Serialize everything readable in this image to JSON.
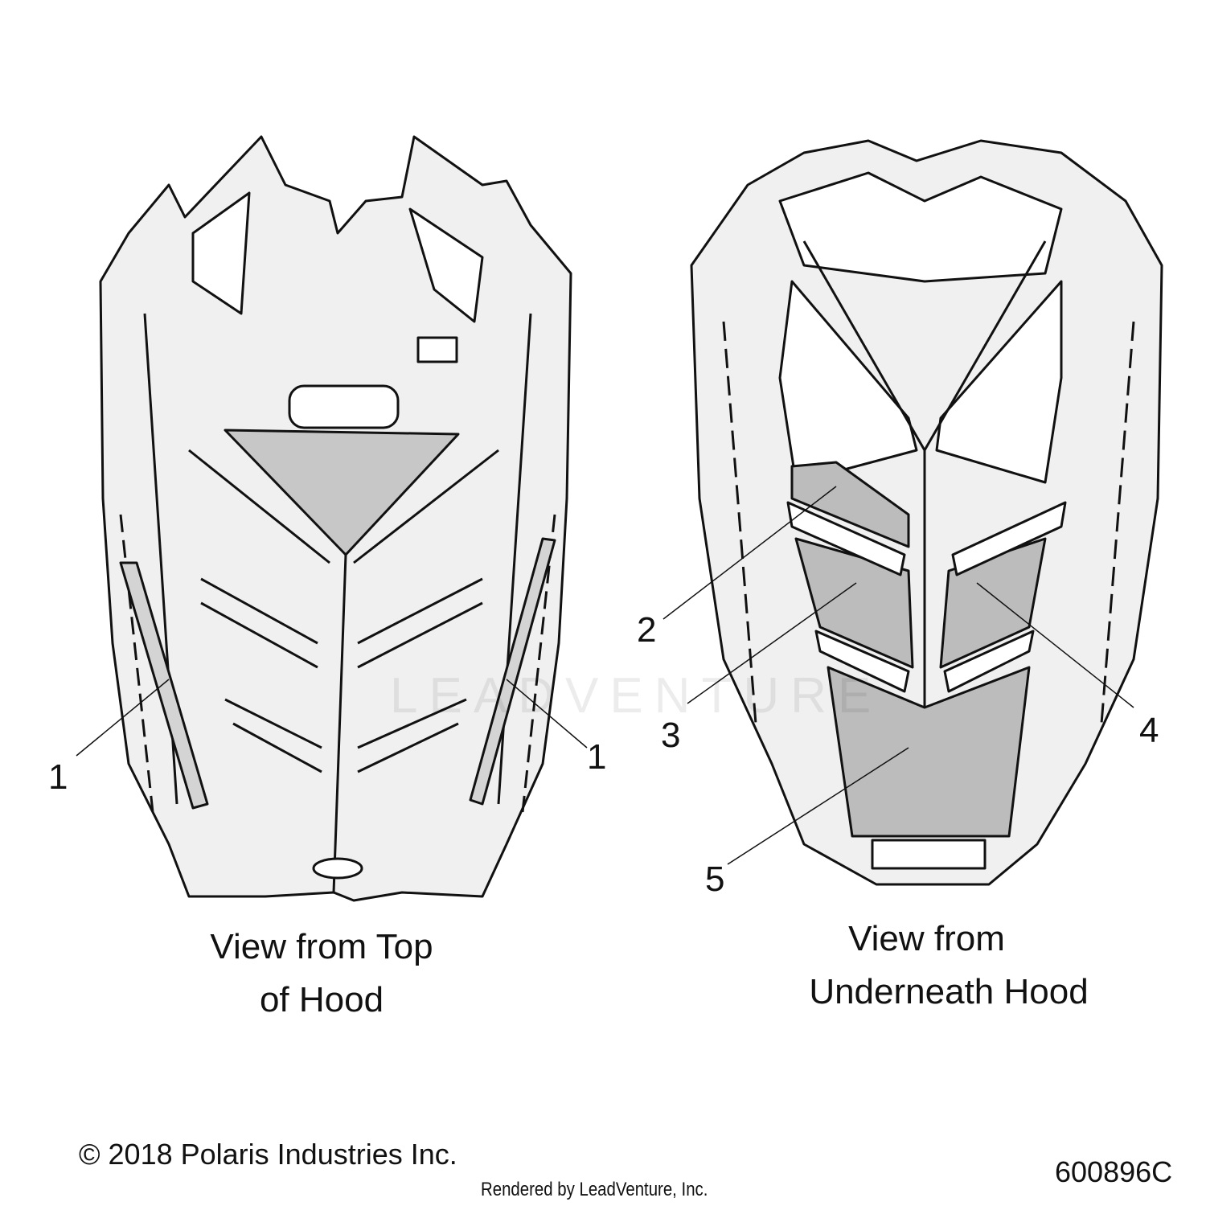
{
  "views": {
    "top": {
      "caption_line1": "View from Top",
      "caption_line2": "of Hood"
    },
    "underneath": {
      "caption_line1": "View from",
      "caption_line2": "Underneath Hood"
    }
  },
  "callouts": {
    "left_side_decal": "1",
    "right_side_decal": "1",
    "item_2": "2",
    "item_3": "3",
    "item_4": "4",
    "item_5": "5"
  },
  "footer": {
    "copyright": "© 2018 Polaris Industries Inc.",
    "drawing_number": "600896C",
    "rendered_by": "Rendered by LeadVenture, Inc."
  },
  "watermark": {
    "text": "LEADVENTURE"
  },
  "colors": {
    "line": "#111111",
    "panel_fill": "#ededed",
    "decal_fill": "#b9b9b9"
  }
}
